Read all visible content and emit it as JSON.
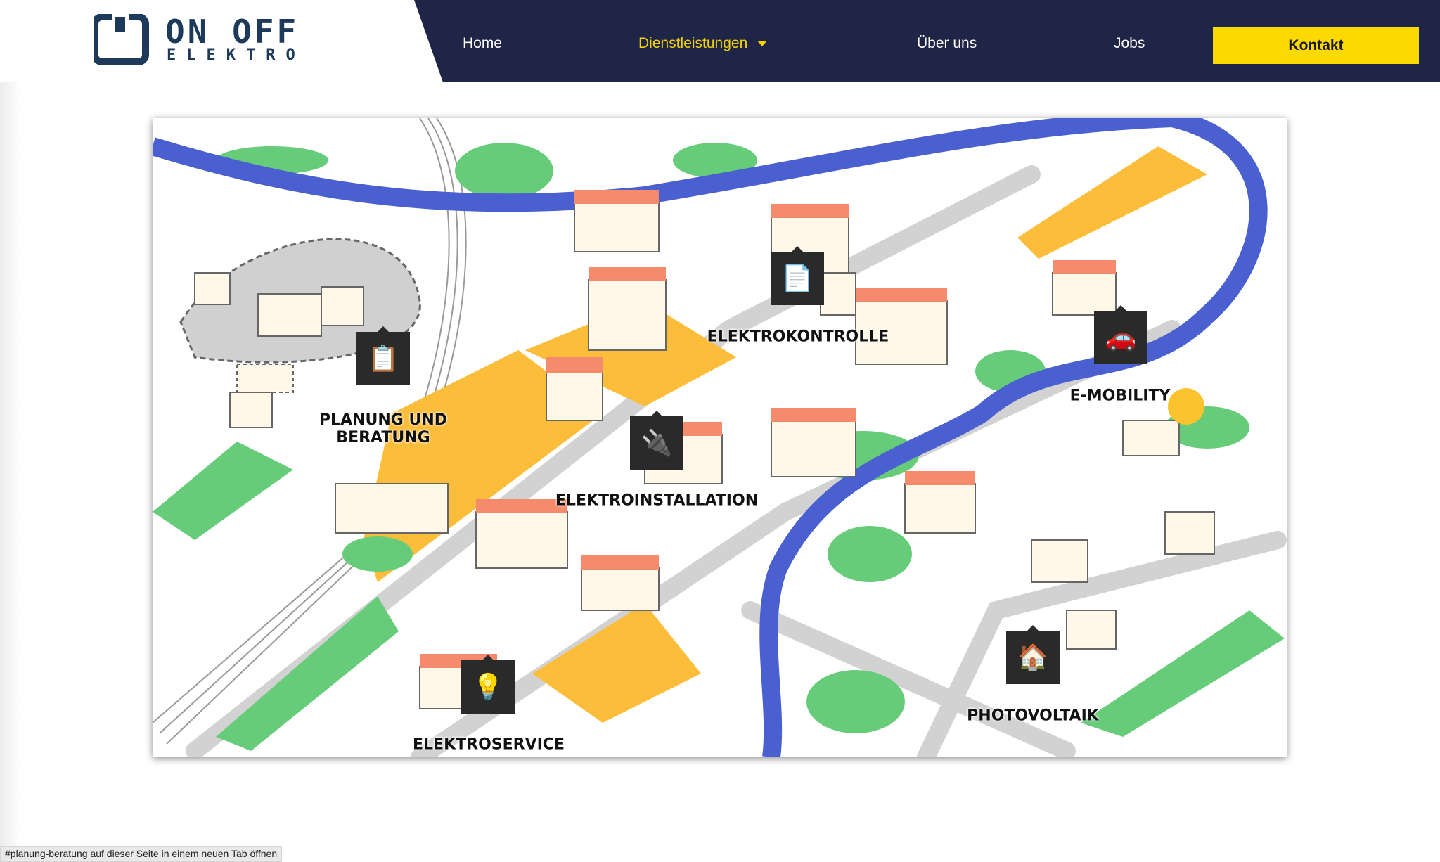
{
  "brand": {
    "line1": "ON OFF",
    "line2": "ELEKTRO"
  },
  "nav": {
    "items": [
      {
        "label": "Home"
      },
      {
        "label": "Dienstleistungen"
      },
      {
        "label": "Über uns"
      },
      {
        "label": "Jobs"
      }
    ],
    "cta": "Kontakt"
  },
  "colors": {
    "navy": "#1f2547",
    "accent": "#fcd900",
    "river": "#4a5fd0",
    "green": "#66cc7a",
    "zone": "#fbbd3a",
    "roof": "#f58a6c"
  },
  "map": {
    "hotspots": [
      {
        "label": "PLANUNG UND\nBERATUNG",
        "icon": "clipboard-plan-icon"
      },
      {
        "label": "ELEKTROKONTROLLE",
        "icon": "checklist-document-icon"
      },
      {
        "label": "E-MOBILITY",
        "icon": "electric-car-icon"
      },
      {
        "label": "ELEKTROINSTALLATION",
        "icon": "plug-icon"
      },
      {
        "label": "PHOTOVOLTAIK",
        "icon": "solar-house-icon"
      },
      {
        "label": "ELEKTROSERVICE",
        "icon": "tools-bulb-icon"
      }
    ]
  },
  "status_bar": "#planung-beratung auf dieser Seite in einem neuen Tab öffnen"
}
